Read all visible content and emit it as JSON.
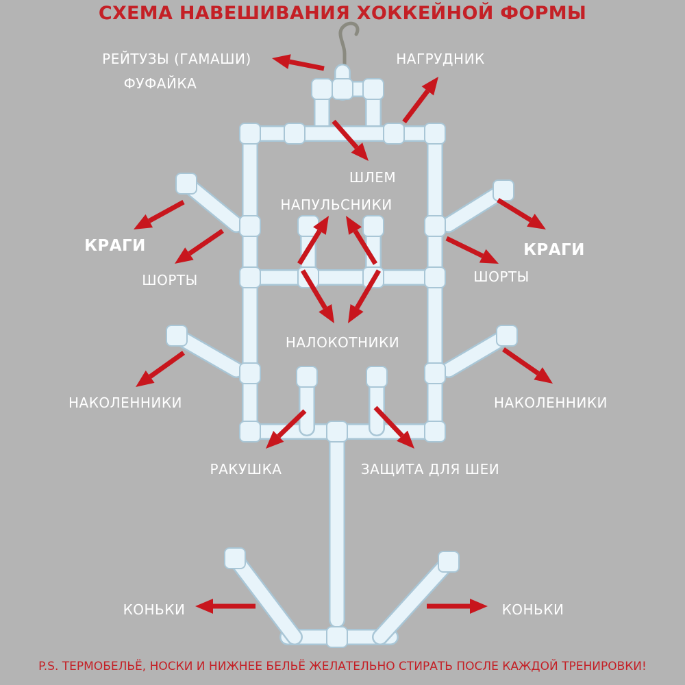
{
  "title": "СХЕМА НАВЕШИВАНИЯ ХОККЕЙНОЙ ФОРМЫ",
  "footer": "P.S. ТЕРМОБЕЛЬЁ, НОСКИ И НИЖНЕЕ БЕЛЬЁ ЖЕЛАТЕЛЬНО СТИРАТЬ ПОСЛЕ КАЖДОЙ ТРЕНИРОВКИ!",
  "labels": {
    "leggings": "РЕЙТУЗЫ (ГАМАШИ)",
    "jersey": "ФУФАЙКА",
    "chest": "НАГРУДНИК",
    "helmet": "ШЛЕМ",
    "wrist_guards": "НАПУЛЬСНИКИ",
    "gloves_left": "КРАГИ",
    "gloves_right": "КРАГИ",
    "shorts_left": "ШОРТЫ",
    "shorts_right": "ШОРТЫ",
    "elbow_pads": "НАЛОКОТНИКИ",
    "knee_pads_left": "НАКОЛЕННИКИ",
    "knee_pads_right": "НАКОЛЕННИКИ",
    "cup": "РАКУШКА",
    "neck_guard": "ЗАЩИТА ДЛЯ ШЕИ",
    "skates_left": "КОНЬКИ",
    "skates_right": "КОНЬКИ"
  },
  "colors": {
    "background": "#b4b4b4",
    "title": "#c42026",
    "arrow": "#c8161d",
    "pipe": "#e8f4fa",
    "pipe_edge": "#a9c6d6",
    "hook": "#8a8a80"
  }
}
